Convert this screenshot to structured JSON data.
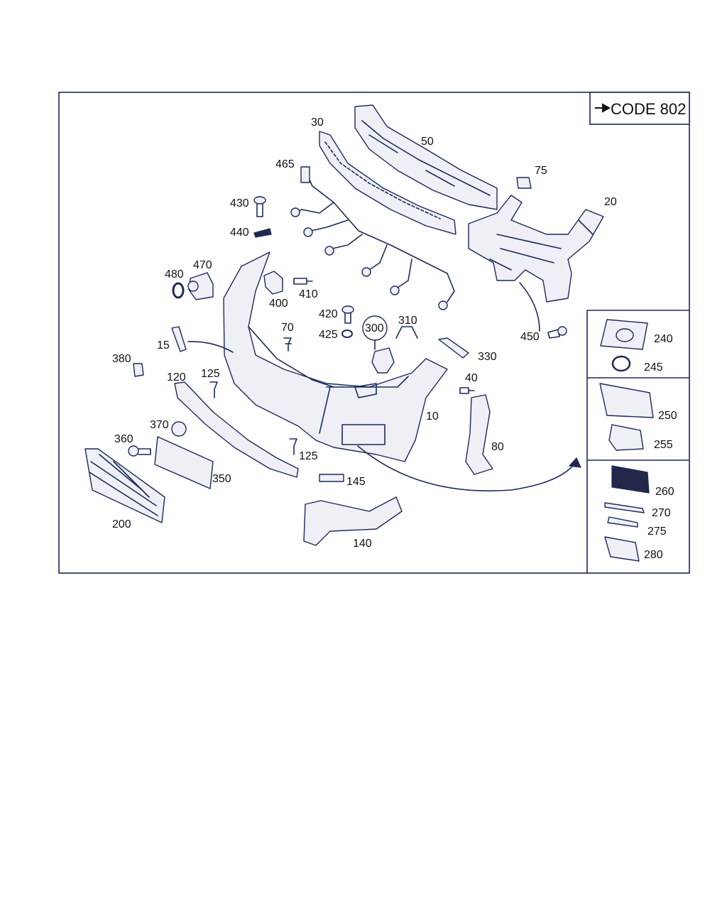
{
  "code_box": {
    "text": "CODE 802"
  },
  "labels": {
    "p10": "10",
    "p15": "15",
    "p20": "20",
    "p30": "30",
    "p40": "40",
    "p50": "50",
    "p70": "70",
    "p75": "75",
    "p80": "80",
    "p120": "120",
    "p125a": "125",
    "p125b": "125",
    "p140": "140",
    "p145": "145",
    "p200": "200",
    "p240": "240",
    "p245": "245",
    "p250": "250",
    "p255": "255",
    "p260": "260",
    "p270": "270",
    "p275": "275",
    "p280": "280",
    "p300": "300",
    "p310": "310",
    "p330": "330",
    "p350": "350",
    "p360": "360",
    "p370": "370",
    "p380": "380",
    "p400": "400",
    "p410": "410",
    "p420": "420",
    "p425": "425",
    "p430": "430",
    "p440": "440",
    "p450": "450",
    "p465": "465",
    "p470": "470",
    "p480": "480"
  },
  "colors": {
    "line": "#1a2a5a",
    "frame": "#1a2a5a",
    "fill": "#eef0f6"
  }
}
